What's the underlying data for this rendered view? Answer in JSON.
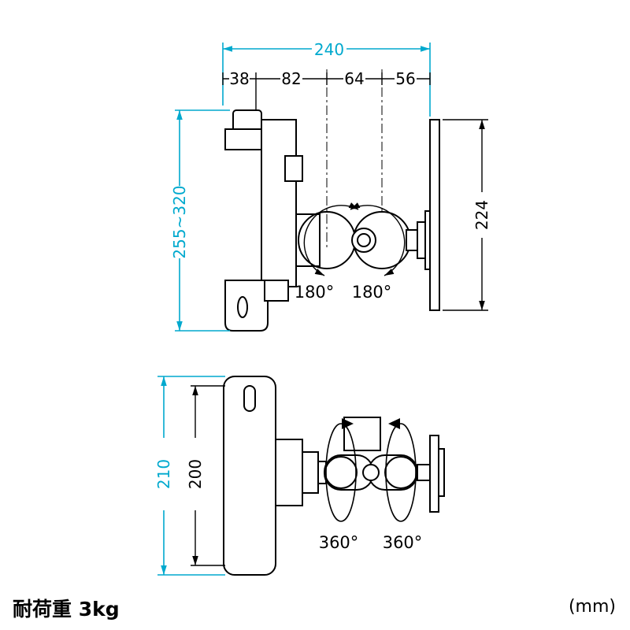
{
  "colors": {
    "dimension_accent": "#00a9ce",
    "line": "#000000"
  },
  "footer": {
    "load_capacity": "耐荷重 3kg",
    "unit": "(mm)"
  },
  "top_view": {
    "dim_total_width": "240",
    "dim_segment_1": "38",
    "dim_segment_2": "82",
    "dim_segment_3": "64",
    "dim_segment_4": "56",
    "dim_height_range": "255~320",
    "dim_plate_height": "224",
    "rotation_left": "180°",
    "rotation_right": "180°"
  },
  "bottom_view": {
    "dim_total_height": "210",
    "dim_plate_height": "200",
    "rotation_left": "360°",
    "rotation_right": "360°"
  }
}
